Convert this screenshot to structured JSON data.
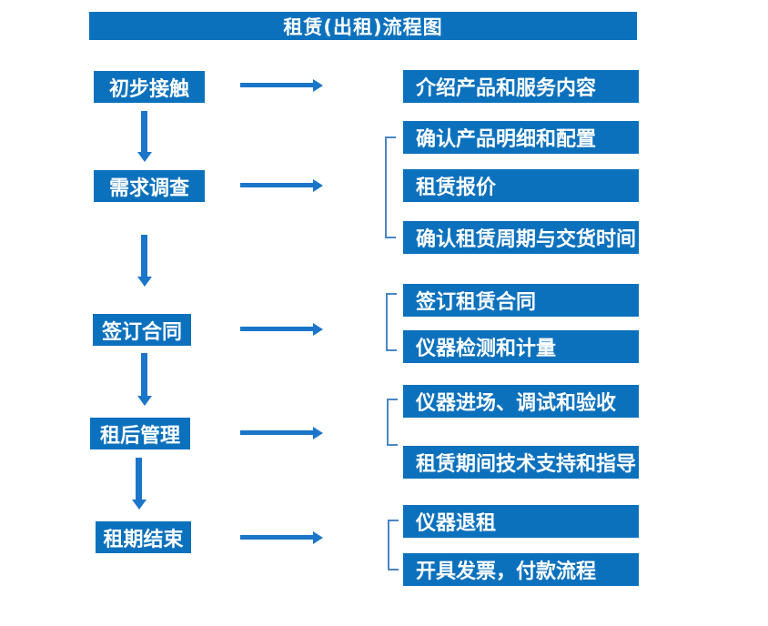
{
  "title": "租赁(出租)流程图",
  "colors": {
    "box": "#0c71bd",
    "arrow": "#1b76c9",
    "bracket": "#4a86c6",
    "text": "#ffffff",
    "bg": "#ffffff"
  },
  "steps": [
    {
      "label": "初步接触",
      "details": [
        "介绍产品和服务内容"
      ]
    },
    {
      "label": "需求调查",
      "details": [
        "确认产品明细和配置",
        "租赁报价",
        "确认租赁周期与交货时间"
      ]
    },
    {
      "label": "签订合同",
      "details": [
        "签订租赁合同",
        "仪器检测和计量"
      ]
    },
    {
      "label": "租后管理",
      "details": [
        "仪器进场、调试和验收",
        "租赁期间技术支持和指导"
      ]
    },
    {
      "label": "租期结束",
      "details": [
        "仪器退租",
        "开具发票，付款流程"
      ]
    }
  ]
}
